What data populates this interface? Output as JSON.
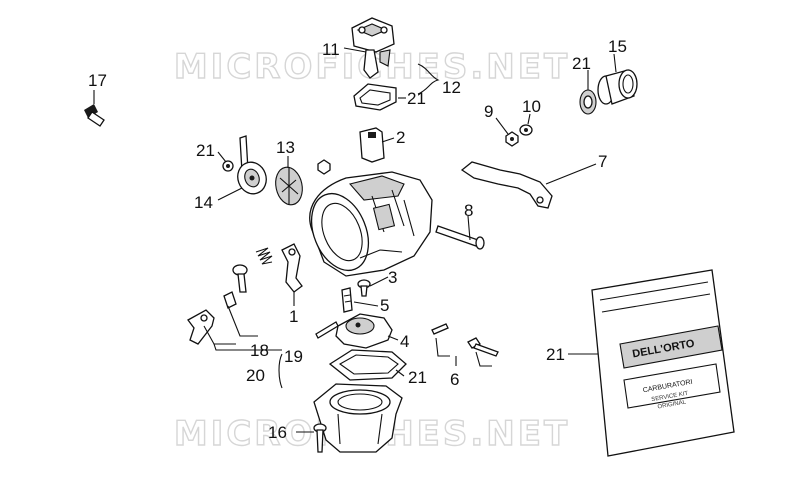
{
  "watermark": {
    "text": "MICROFICHES.NET"
  },
  "callouts": {
    "c1": "1",
    "c2": "2",
    "c3": "3",
    "c4": "4",
    "c5": "5",
    "c6": "6",
    "c7": "7",
    "c8": "8",
    "c9": "9",
    "c10": "10",
    "c11": "11",
    "c12": "12",
    "c13": "13",
    "c14": "14",
    "c15": "15",
    "c16": "16",
    "c17": "17",
    "c18": "18",
    "c19": "19",
    "c20": "20",
    "c21a": "21",
    "c21b": "21",
    "c21c": "21",
    "c21d": "21",
    "c21e": "21"
  },
  "kit_bag": {
    "brand": "DELL'ORTO",
    "subtitle": "CARBURATORI",
    "line1": "SERVICE KIT",
    "line2": "ORIGINAL"
  }
}
